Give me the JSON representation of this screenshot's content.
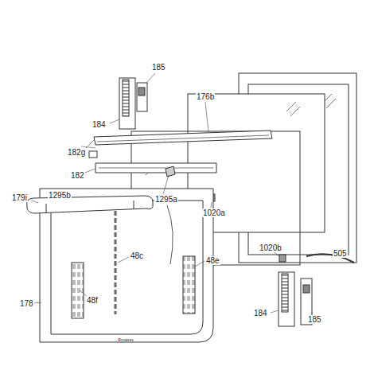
{
  "diagram": {
    "labels": [
      "185",
      "184",
      "176b",
      "182g",
      "182",
      "1295b",
      "179i",
      "1295a",
      "48c",
      "1020a",
      "1020b",
      "505",
      "48f",
      "178",
      "48e",
      "Rosières",
      "184",
      "185"
    ]
  }
}
